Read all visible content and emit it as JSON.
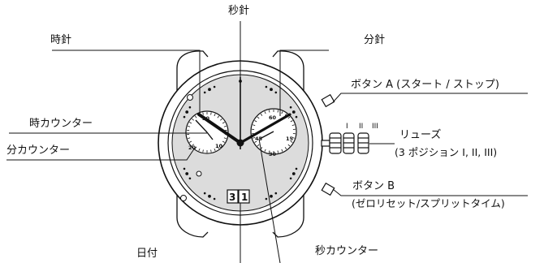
{
  "labels": {
    "second_hand": "秒針",
    "hour_hand": "時針",
    "minute_hand": "分針",
    "button_a": "ボタン A (スタート / ストップ)",
    "hour_counter": "時カウンター",
    "minute_counter": "分カウンター",
    "crown": "リューズ",
    "crown_positions": "(3 ポジション I, II, III)",
    "button_b": "ボタン B",
    "button_b_sub": "(ゼロリセット/スプリットタイム)",
    "date": "日付",
    "seconds_counter": "秒カウンター"
  },
  "crown_roman": [
    "I",
    "II",
    "III"
  ],
  "date_digits": [
    "3",
    "1"
  ],
  "left_subdial_numerals": [
    "30",
    "20",
    "10"
  ],
  "right_subdial_numerals": [
    "60",
    "45",
    "15",
    "30"
  ],
  "colors": {
    "dial": "#dcdcdc",
    "line": "#111111",
    "background": "#ffffff"
  }
}
